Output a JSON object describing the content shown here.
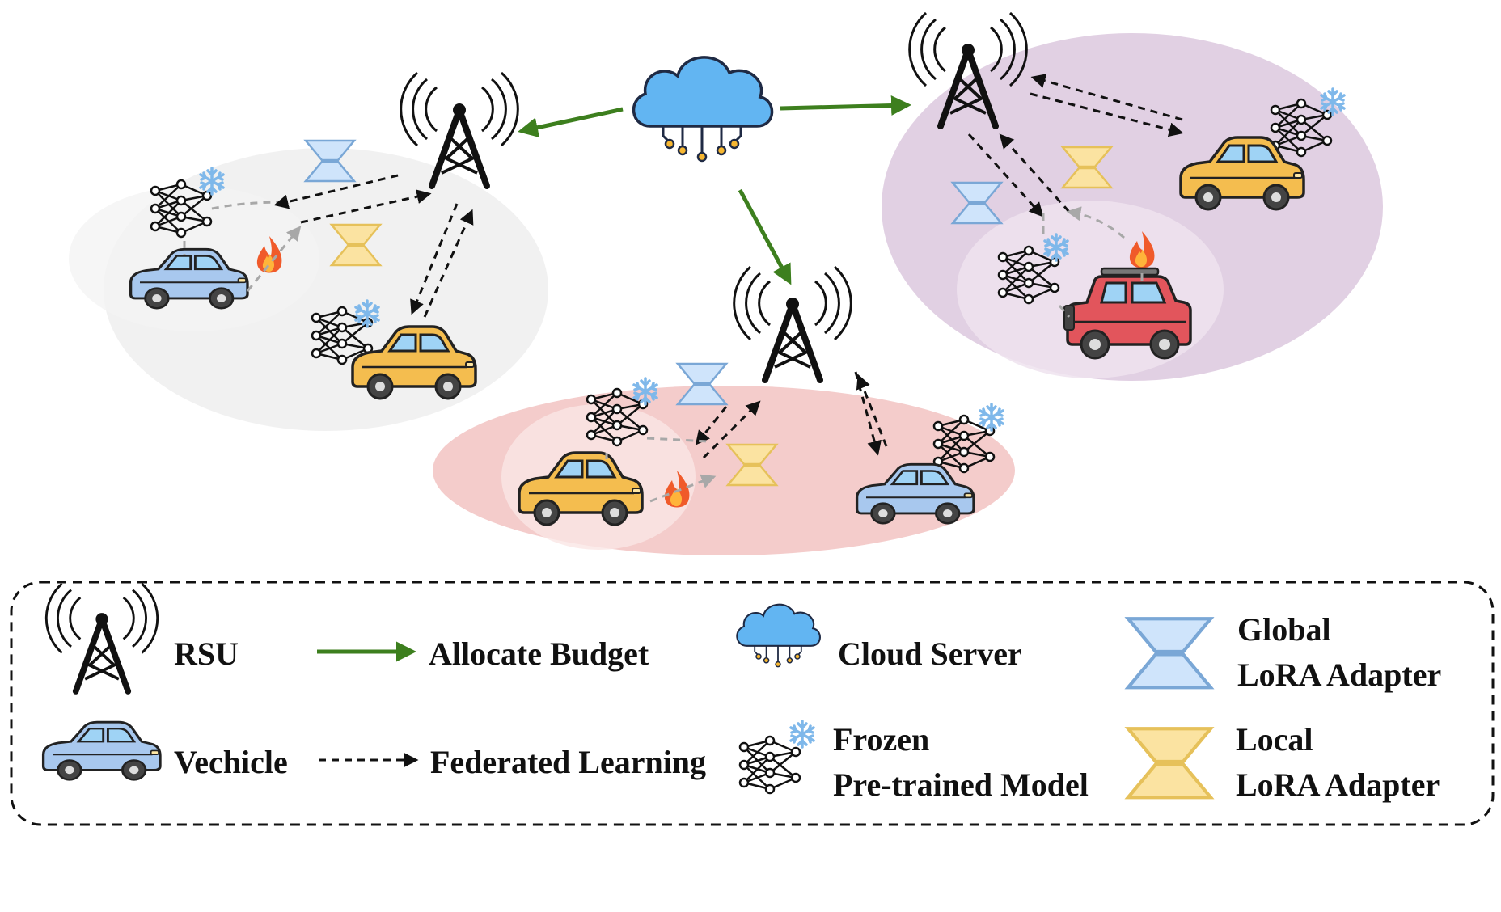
{
  "legend": {
    "rsu_label": "RSU",
    "allocate_label": "Allocate Budget",
    "cloud_label": "Cloud Server",
    "global_adapter_line1": "Global",
    "global_adapter_line2": "LoRA Adapter",
    "vehicle_label": "Vechicle",
    "fl_label": "Federated Learning",
    "frozen_line1": "Frozen",
    "frozen_line2": "Pre-trained Model",
    "local_adapter_line1": "Local",
    "local_adapter_line2": "LoRA Adapter"
  },
  "colors": {
    "allocate_arrow": "#3d7f1e",
    "fl_arrow": "#111111",
    "local_link": "#a8a8a8",
    "cluster_gray": "#ececec",
    "cluster_purple": "#dcc8de",
    "cluster_red": "#f3c7c5",
    "cloud": "#62b5f2",
    "global_adapter": "#cfe4fb",
    "local_adapter": "#fbe3a1",
    "car_blue": "#a8c8ee",
    "car_yellow": "#f4bd4f",
    "car_red": "#e2555c",
    "snowflake": "#7fb8ea",
    "fire": "#f05a2a"
  },
  "icons": [
    "tower-icon",
    "cloud-icon",
    "car-icon",
    "snowflake-icon",
    "fire-icon",
    "neural-network-icon",
    "lora-adapter-icon"
  ]
}
